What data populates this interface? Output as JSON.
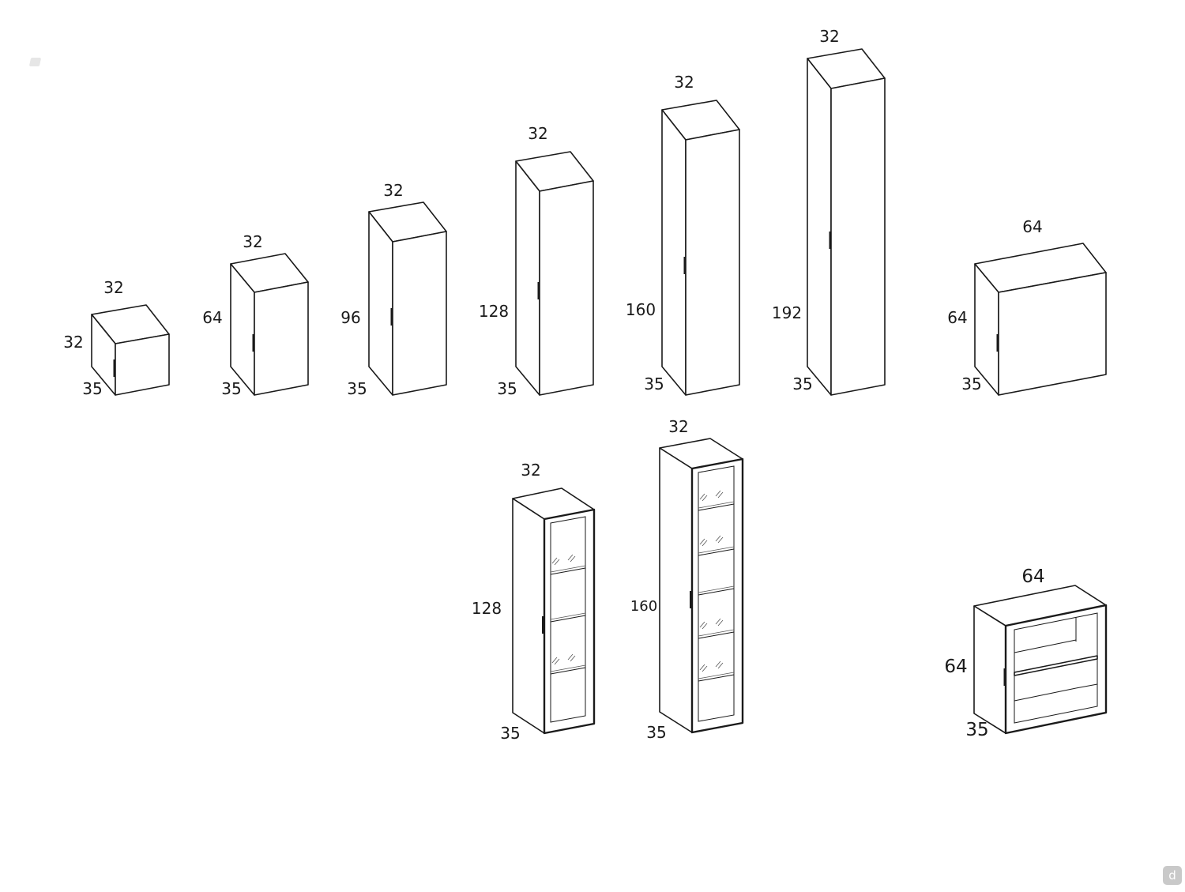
{
  "cabinets": [
    {
      "id": "c1",
      "kind": "door",
      "width": "32",
      "height": "32",
      "depth": "35"
    },
    {
      "id": "c2",
      "kind": "door",
      "width": "32",
      "height": "64",
      "depth": "35"
    },
    {
      "id": "c3",
      "kind": "door",
      "width": "32",
      "height": "96",
      "depth": "35"
    },
    {
      "id": "c4",
      "kind": "door",
      "width": "32",
      "height": "128",
      "depth": "35"
    },
    {
      "id": "c5",
      "kind": "door",
      "width": "32",
      "height": "160",
      "depth": "35"
    },
    {
      "id": "c6",
      "kind": "door",
      "width": "32",
      "height": "192",
      "depth": "35"
    },
    {
      "id": "c7",
      "kind": "door",
      "width": "64",
      "height": "64",
      "depth": "35"
    },
    {
      "id": "c8",
      "kind": "glass",
      "width": "32",
      "height": "128",
      "depth": "35"
    },
    {
      "id": "c9",
      "kind": "glass",
      "width": "32",
      "height": "160",
      "depth": "35"
    },
    {
      "id": "c10",
      "kind": "open",
      "width": "64",
      "height": "64",
      "depth": "35"
    }
  ],
  "watermark": "d",
  "colors": {
    "line": "#1a1a1a",
    "background": "#ffffff",
    "watermark": "#c9c9c9"
  }
}
